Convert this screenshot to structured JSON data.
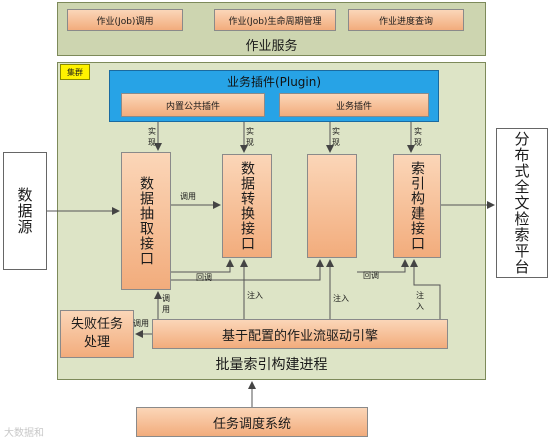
{
  "job_service": {
    "title": "作业服务",
    "items": [
      "作业(Job)调用",
      "作业(Job)生命周期管理",
      "作业进度查询"
    ]
  },
  "cluster": {
    "tag": "集群",
    "title": "批量索引构建进程"
  },
  "plugin": {
    "title": "业务插件(Plugin)",
    "builtin": "内置公共插件",
    "business": "业务插件"
  },
  "interfaces": {
    "extract": "数据抽取接口",
    "transform": "数据转换接口",
    "empty": "",
    "index": "索引构建接口"
  },
  "data_source": "数据源",
  "search_platform": "分布式全文检索平台",
  "engine": "基于配置的作业流驱动引擎",
  "failed_task": "失败任务处理",
  "scheduler": "任务调度系统",
  "labels": {
    "implement": "实现",
    "call": "调用",
    "callback": "回调",
    "inject": "注入"
  },
  "watermark": "大数据和"
}
